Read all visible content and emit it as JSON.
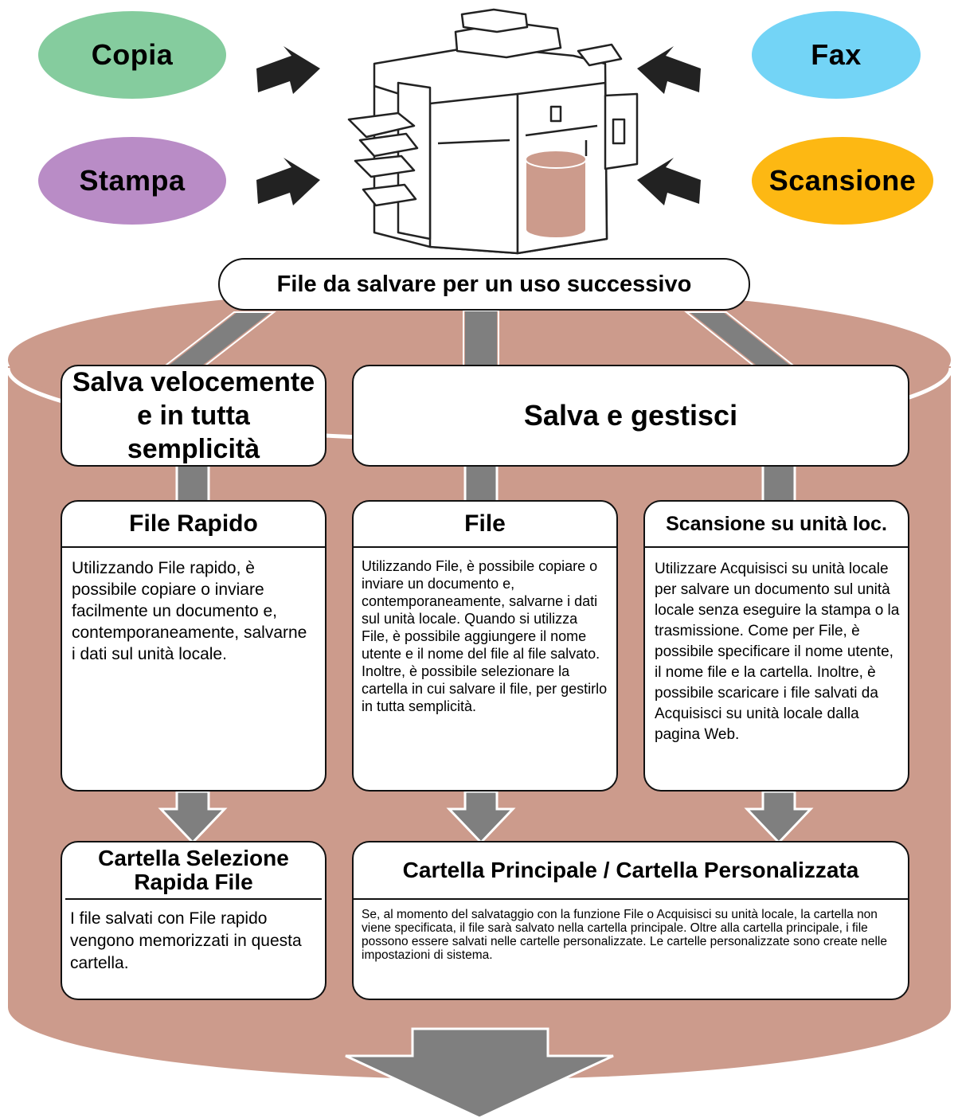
{
  "colors": {
    "copy": "#85cc9e",
    "fax": "#73d4f6",
    "print": "#b98cc6",
    "scan": "#fdb813",
    "cylinder": "#cc9b8c",
    "connector": "#7f7f7f",
    "arrow": "#222222"
  },
  "sources": {
    "copy": "Copia",
    "fax": "Fax",
    "print": "Stampa",
    "scan": "Scansione"
  },
  "header": {
    "title": "File da salvare per un uso successivo"
  },
  "categories": {
    "quick": "Salva velocemente e in tutta semplicità",
    "manage": "Salva e gestisci"
  },
  "features": {
    "quick_file": {
      "title": "File Rapido",
      "text": "Utilizzando File rapido, è possibile copiare o inviare facilmente un documento e, contemporaneamente, salvarne i dati sul unità locale."
    },
    "file": {
      "title": "File",
      "text": "Utilizzando File, è possibile copiare o inviare un documento e, contemporaneamente, salvarne i dati sul unità locale. Quando si utilizza File, è possibile aggiungere il nome utente e il nome del file al file salvato. Inoltre, è possibile selezionare la cartella in cui salvare il file, per gestirlo in tutta semplicità."
    },
    "scan_local": {
      "title": "Scansione su unità loc.",
      "text": "Utilizzare Acquisisci su unità locale per salvare un documento sul unità locale senza eseguire la stampa o la trasmissione. Come per File, è possibile specificare il nome utente, il nome file e la cartella. Inoltre, è possibile scaricare i file salvati da Acquisisci su unità locale dalla pagina Web."
    }
  },
  "folders": {
    "quick": {
      "title": "Cartella Selezione Rapida File",
      "text": "I file salvati con File rapido vengono memorizzati in questa cartella."
    },
    "main": {
      "title": "Cartella Principale / Cartella Personalizzata",
      "text": "Se, al momento del salvataggio con la funzione File o Acquisisci su unità locale, la cartella non viene specificata, il file sarà salvato nella cartella principale. Oltre alla cartella principale, i file possono essere salvati nelle cartelle personalizzate. Le cartelle personalizzate sono create nelle impostazioni di sistema."
    }
  }
}
